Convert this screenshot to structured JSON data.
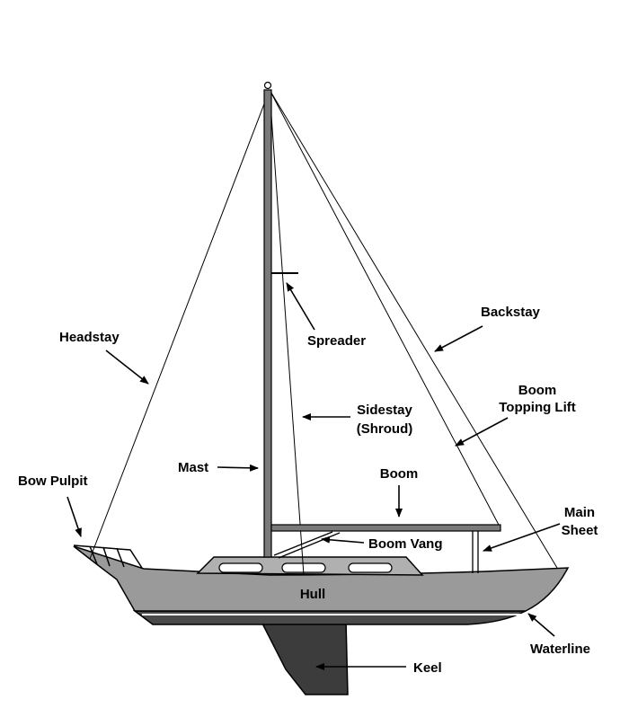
{
  "labels": {
    "headstay": "Headstay",
    "bow_pulpit": "Bow Pulpit",
    "mast": "Mast",
    "spreader": "Spreader",
    "backstay": "Backstay",
    "sidestay_line1": "Sidestay",
    "sidestay_line2": "(Shroud)",
    "boom_topping_lift_line1": "Boom",
    "boom_topping_lift_line2": "Topping Lift",
    "boom": "Boom",
    "main_sheet_line1": "Main",
    "main_sheet_line2": "Sheet",
    "boom_vang": "Boom Vang",
    "hull": "Hull",
    "waterline": "Waterline",
    "keel": "Keel"
  },
  "colors": {
    "hull": "#9a9a9a",
    "keel": "#3c3c3c",
    "mast": "#7a7a7a",
    "cabin": "#b0b0b0",
    "outline": "#000000"
  }
}
